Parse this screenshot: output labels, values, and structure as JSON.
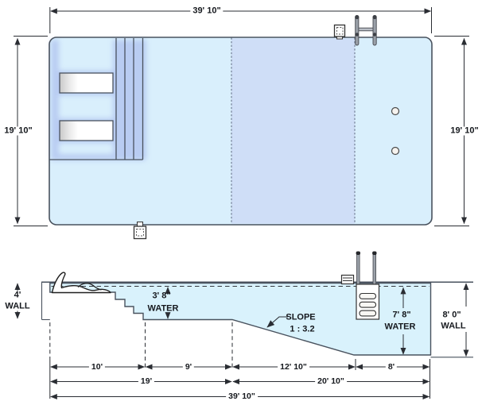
{
  "drawing": {
    "plan": {
      "width_total": "39' 10\"",
      "height_left": "19' 10\"",
      "height_right": "19' 10\""
    },
    "section": {
      "left_wall": {
        "value": "4'",
        "label": "WALL"
      },
      "shallow": {
        "value": "3' 8\"",
        "label": "WATER"
      },
      "slope": {
        "label": "SLOPE",
        "ratio": "1 : 3.2"
      },
      "deep": {
        "value": "7' 8\"",
        "label": "WATER"
      },
      "right_wall": {
        "value": "8' 0\"",
        "label": "WALL"
      },
      "bottom_dims": {
        "row1": [
          "10'",
          "9'",
          "12' 10\"",
          "8'"
        ],
        "row2": [
          "19'",
          "20' 10\""
        ],
        "total": "39' 10\""
      }
    },
    "colors": {
      "water_plan_shallow": "#d9effc",
      "water_plan_slope_band": "#cfdef7",
      "water_section": "#d9f2fc",
      "glow_lavender": "#9fb0ea",
      "outline": "#49525e",
      "dimension_line": "#2a2d33"
    }
  }
}
